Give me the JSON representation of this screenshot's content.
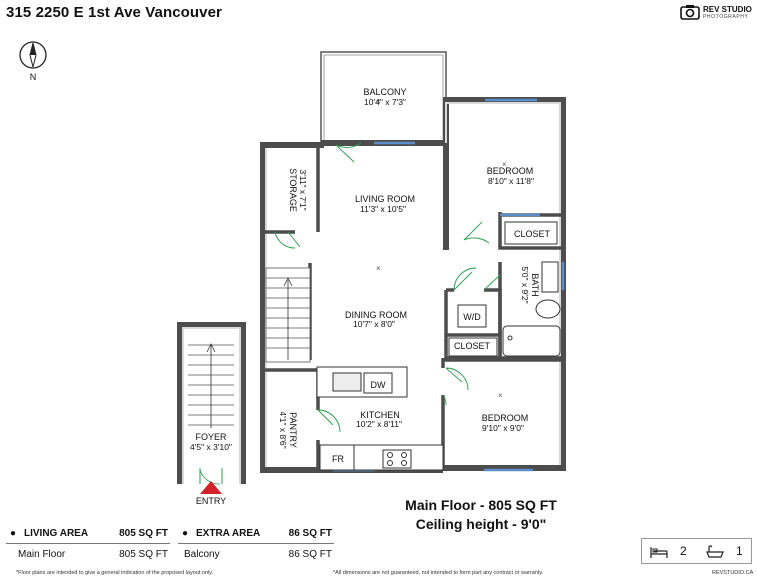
{
  "header": {
    "title": "315 2250 E 1st Ave Vancouver"
  },
  "logo": {
    "brand": "REV STUDIO",
    "tagline": "PHOTOGRAPHY"
  },
  "compass": {
    "label": "N"
  },
  "rooms": {
    "balcony": {
      "name": "BALCONY",
      "dims": "10'4\" x 7'3\""
    },
    "living": {
      "name": "LIVING ROOM",
      "dims": "11'3\" x 10'5\""
    },
    "bedroom1": {
      "name": "BEDROOM",
      "dims": "8'10\" x 11'8\""
    },
    "storage": {
      "name": "STORAGE",
      "dims": "3'11\" x 7'1\""
    },
    "closet1": {
      "name": "CLOSET"
    },
    "bath": {
      "name": "BATH",
      "dims": "5'0\" x 9'2\""
    },
    "wd": {
      "name": "W/D"
    },
    "dining": {
      "name": "DINING ROOM",
      "dims": "10'7\" x 8'0\""
    },
    "closet2": {
      "name": "CLOSET"
    },
    "dw": {
      "name": "DW"
    },
    "pantry": {
      "name": "PANTRY",
      "dims": "4'1\" x 8'6\""
    },
    "kitchen": {
      "name": "KITCHEN",
      "dims": "10'2\" x 8'11\""
    },
    "fr": {
      "name": "FR"
    },
    "bedroom2": {
      "name": "BEDROOM",
      "dims": "9'10\" x 9'0\""
    },
    "foyer": {
      "name": "FOYER",
      "dims": "4'5\" x 3'10\""
    },
    "entry": {
      "name": "ENTRY"
    }
  },
  "summary": {
    "floor": "Main Floor - 805  SQ FT",
    "ceiling": "Ceiling height - 9'0\""
  },
  "living_area": {
    "header": "LIVING AREA",
    "header_value": "805 SQ FT",
    "row_label": "Main Floor",
    "row_value": "805 SQ FT"
  },
  "extra_area": {
    "header": "EXTRA AREA",
    "header_value": "86 SQ FT",
    "row_label": "Balcony",
    "row_value": "86 SQ FT"
  },
  "legend": {
    "bedrooms": "2",
    "bathrooms": "1",
    "bed_icon": "bed-icon",
    "bath_icon": "bathtub-icon"
  },
  "footnotes": {
    "left": "*Floor plans are intended to give a general indication of the proposed layout only.",
    "right": "*All dimensions are not guaranteed, not intended to form part any contract or warranty.",
    "site": "REVSTUDIO.CA"
  },
  "colors": {
    "wall": "#4d4d4d",
    "wall_fill": "#d9d9d9",
    "window": "#5b8fc9",
    "door": "#2e9b4e",
    "entry_arrow": "#d3222a"
  }
}
